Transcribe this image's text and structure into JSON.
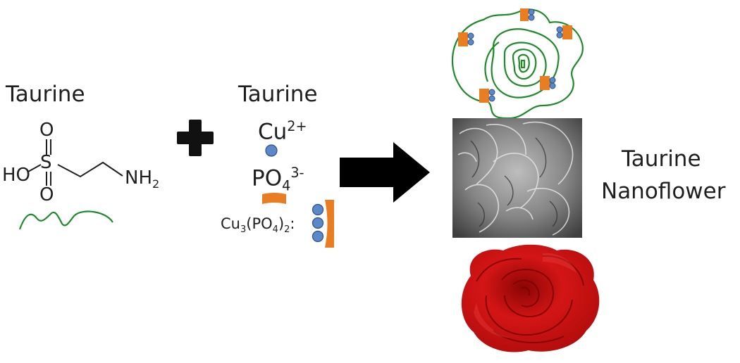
{
  "left": {
    "title": "Taurine",
    "atoms": {
      "oxygen_top": "O",
      "sulfur": "S",
      "oxygen_bottom": "O",
      "hydroxyl": "HO",
      "amine": "NH",
      "amine_sub": "2"
    }
  },
  "middle": {
    "title": "Taurine",
    "copper": {
      "base": "Cu",
      "sup": "2+"
    },
    "phosphate": {
      "base": "PO",
      "sub": "4",
      "sup": "3-"
    },
    "copper_phosphate": {
      "a": "Cu",
      "sub1": "3",
      "b": "(PO",
      "sub2": "4",
      "c": ")",
      "sub3": "2",
      "d": ":"
    }
  },
  "right": {
    "line1": "Taurine",
    "line2": "Nanoflower"
  },
  "colors": {
    "strand": "#1f8a2a",
    "copper_ion": "#5b88c8",
    "phosphate": "#e87d21",
    "arrow": "#000000",
    "rose": "#d41515",
    "sem_gray": "#6f6f6f"
  },
  "icons": [
    "plus-icon",
    "arrow-right-icon",
    "copper-ion-icon",
    "phosphate-icon",
    "taurine-strand-icon",
    "rose-image",
    "sem-micrograph"
  ]
}
